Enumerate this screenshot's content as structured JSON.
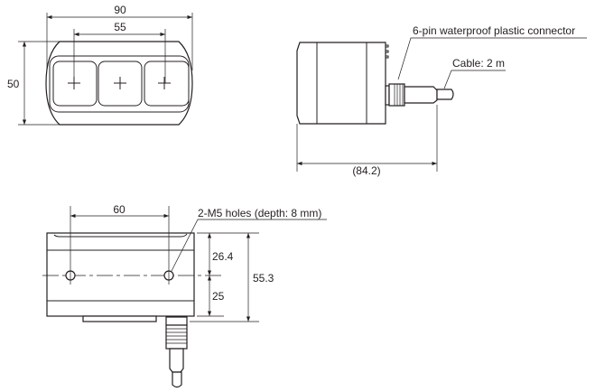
{
  "front_view": {
    "width_label": "90",
    "pitch_label": "55",
    "height_label": "50"
  },
  "side_view": {
    "connector_label": "6-pin waterproof plastic connector",
    "cable_label": "Cable: 2 m",
    "length_label": "(84.2)"
  },
  "bottom_view": {
    "hole_pitch_label": "60",
    "holes_label": "2-M5 holes (depth: 8 mm)",
    "upper_offset_label": "26.4",
    "lower_offset_label": "25",
    "total_height_label": "55.3"
  }
}
